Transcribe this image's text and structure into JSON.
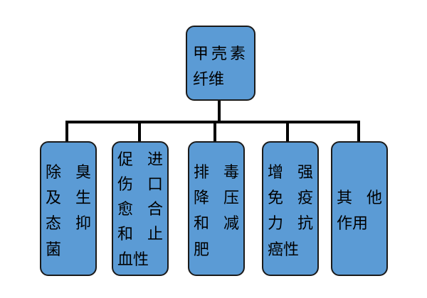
{
  "colors": {
    "box_fill": "#5b9bd5",
    "box_border": "#1a1a1a",
    "connector": "#000000",
    "text": "#000000"
  },
  "root": {
    "lines": [
      "甲壳素",
      "纤维"
    ]
  },
  "children": [
    {
      "grid": [
        [
          "除",
          "臭"
        ],
        [
          "及",
          "生"
        ],
        [
          "态",
          "抑"
        ],
        [
          "菌"
        ]
      ]
    },
    {
      "grid": [
        [
          "促",
          "进"
        ],
        [
          "伤",
          "口"
        ],
        [
          "愈",
          "合"
        ],
        [
          "和",
          "止"
        ],
        [
          "血性"
        ]
      ]
    },
    {
      "grid": [
        [
          "排",
          "毒"
        ],
        [
          "降",
          "压"
        ],
        [
          "和",
          "减"
        ],
        [
          "肥"
        ]
      ]
    },
    {
      "grid": [
        [
          "增",
          "强"
        ],
        [
          "免",
          "疫"
        ],
        [
          "力",
          "抗"
        ],
        [
          "癌性"
        ]
      ]
    },
    {
      "grid": [
        [
          "其",
          "他"
        ],
        [
          "作用"
        ]
      ]
    }
  ]
}
